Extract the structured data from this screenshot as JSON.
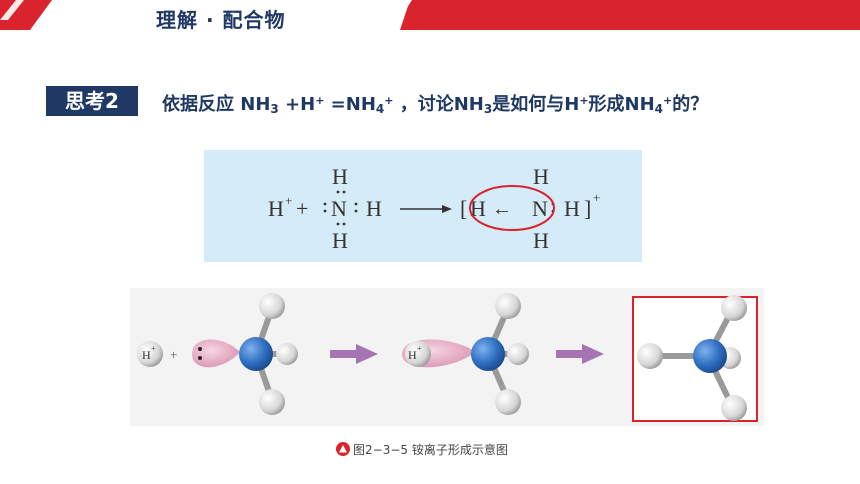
{
  "header": {
    "title": "理解 · 配合物"
  },
  "badge": {
    "label": "思考2"
  },
  "question": {
    "p1": "依据反应  NH",
    "s1": "3",
    "p2": " +H",
    "s2": "+",
    "p3": "  =NH",
    "s3": "4",
    "s4": "+",
    "p4": " ，讨论NH",
    "s5": "3",
    "p5": "是如何与H",
    "s6": "+",
    "p6": "形成NH",
    "s7": "4",
    "s8": "+",
    "p7": "的？"
  },
  "equation": {
    "reactant_h": "H",
    "reactant_h_charge": "+",
    "plus": "+",
    "n": "N",
    "h_top": "H",
    "h_bottom": "H",
    "h_right": "H",
    "lbracket": "[",
    "rbracket": "]",
    "product_h_left": "H",
    "arrow_small": "←",
    "product_n": "N",
    "product_h_right": "H",
    "product_h_top": "H",
    "product_h_bottom": "H",
    "product_charge": "+"
  },
  "diagram": {
    "h_ion_label_1": "H",
    "h_ion_charge_1": "+",
    "plus": "+",
    "h_ion_label_2": "H",
    "h_ion_charge_2": "+"
  },
  "caption": {
    "text": "图2−3−5   铵离子形成示意图"
  },
  "colors": {
    "title": "#1f3864",
    "red_accent": "#d9232d",
    "eq_bg": "#d5ebf8",
    "nitrogen": "#2f6fc1",
    "lone_pair": "#e8a9c0",
    "arrow": "#a774b3"
  }
}
